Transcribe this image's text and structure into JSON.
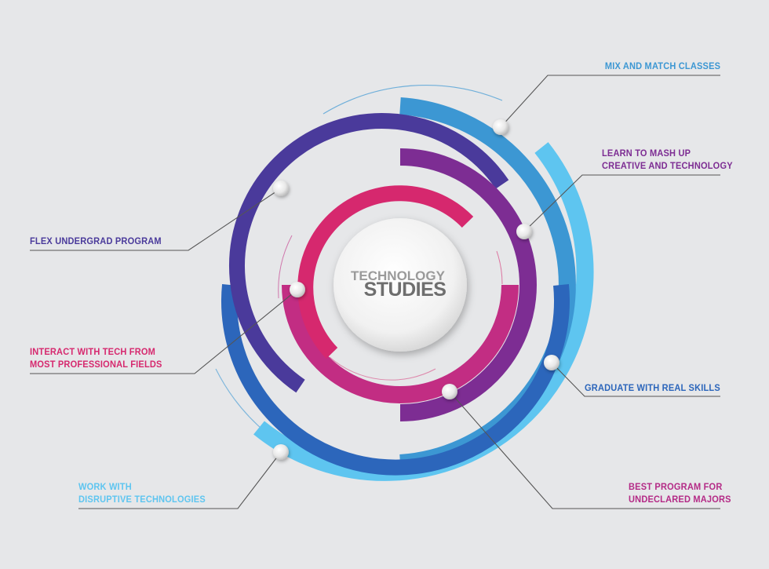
{
  "center": {
    "line1": "TECHNOLOGY",
    "line2": "STUDIES"
  },
  "colors": {
    "background": "#e6e7e9",
    "light_blue": "#5ec5f0",
    "mid_blue": "#3c97d3",
    "royal_blue": "#2c66bb",
    "indigo": "#4a3a9b",
    "purple": "#7d2d93",
    "magenta": "#c22d83",
    "pink": "#d6286e",
    "leader_line": "#555555"
  },
  "labels": {
    "mix": {
      "lines": [
        "MIX AND MATCH CLASSES"
      ],
      "color": "#3c97d3"
    },
    "learn": {
      "lines": [
        "LEARN TO MASH UP",
        "CREATIVE AND TECHNOLOGY"
      ],
      "color": "#7d2d93"
    },
    "flex": {
      "lines": [
        "FLEX UNDERGRAD PROGRAM"
      ],
      "color": "#4a3a9b"
    },
    "interact": {
      "lines": [
        "INTERACT WITH TECH FROM",
        "MOST PROFESSIONAL FIELDS"
      ],
      "color": "#d6286e"
    },
    "graduate": {
      "lines": [
        "GRADUATE WITH REAL SKILLS"
      ],
      "color": "#2c66bb"
    },
    "best": {
      "lines": [
        "BEST PROGRAM FOR",
        "UNDECLARED MAJORS"
      ],
      "color": "#b42a86"
    },
    "work": {
      "lines": [
        "WORK WITH",
        "DISRUPTIVE TECHNOLOGIES"
      ],
      "color": "#5ec5f0"
    }
  }
}
